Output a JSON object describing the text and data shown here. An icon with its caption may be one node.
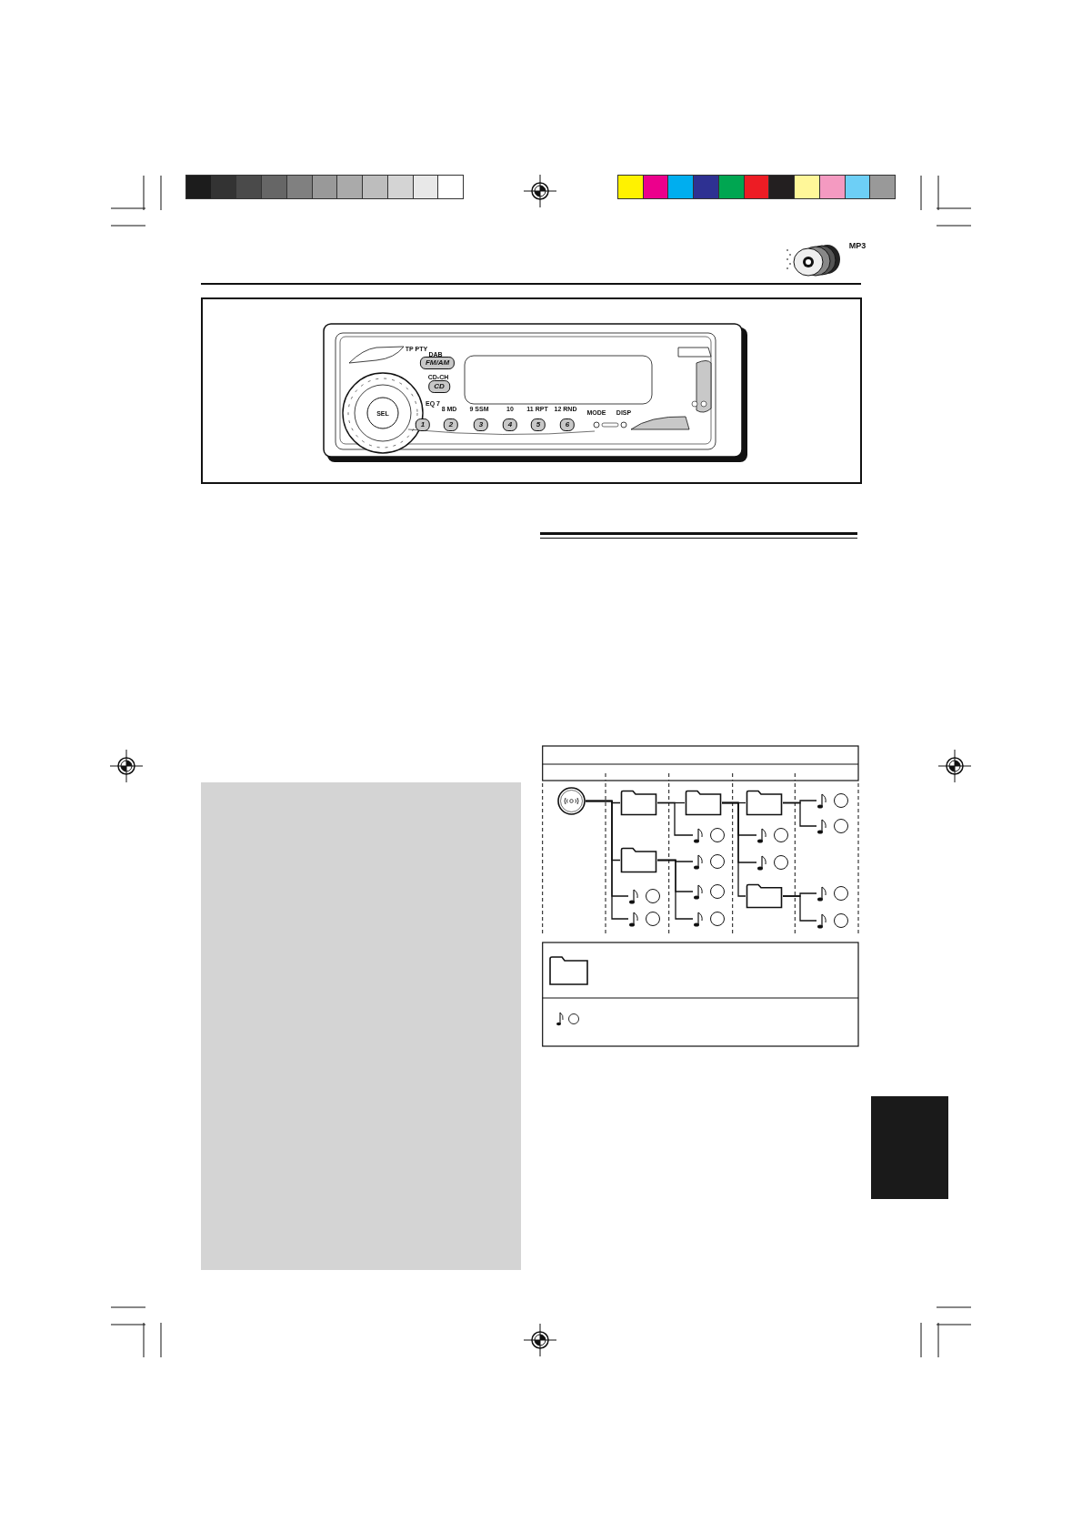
{
  "diagram": {
    "nodes": [
      {
        "text": [],
        "shape": "picture"
      },
      {
        "text": [],
        "shape": "folder"
      },
      {
        "text": [],
        "shape": "folder"
      },
      {
        "text": [],
        "shape": "note"
      },
      {
        "text": [],
        "shape": "note"
      },
      {
        "text": [],
        "shape": "folder"
      },
      {
        "text": [],
        "shape": "note"
      },
      {
        "text": [],
        "shape": "note"
      },
      {
        "text": [],
        "shape": "note"
      },
      {
        "text": [],
        "shape": "note"
      },
      {
        "text": [],
        "shape": "folder"
      },
      {
        "text": [],
        "shape": "note"
      },
      {
        "text": [],
        "shape": "note"
      },
      {
        "text": [],
        "shape": "folder"
      },
      {
        "text": [],
        "shape": "note"
      },
      {
        "text": [],
        "shape": "note"
      },
      {
        "text": [],
        "shape": "note"
      },
      {
        "text": [],
        "shape": "note"
      },
      {
        "text": [],
        "shape": "box"
      }
    ],
    "edges": [
      {
        "from": 0,
        "to": 1,
        "arrow": "none"
      },
      {
        "from": 0,
        "to": 2,
        "arrow": "none"
      },
      {
        "from": 0,
        "to": 3,
        "arrow": "none"
      },
      {
        "from": 0,
        "to": 4,
        "arrow": "none"
      },
      {
        "from": 1,
        "to": 5,
        "arrow": "none"
      },
      {
        "from": 1,
        "to": 6,
        "arrow": "none"
      },
      {
        "from": 2,
        "to": 7,
        "arrow": "none"
      },
      {
        "from": 2,
        "to": 8,
        "arrow": "none"
      },
      {
        "from": 2,
        "to": 9,
        "arrow": "none"
      },
      {
        "from": 5,
        "to": 10,
        "arrow": "none"
      },
      {
        "from": 5,
        "to": 11,
        "arrow": "none"
      },
      {
        "from": 5,
        "to": 12,
        "arrow": "none"
      },
      {
        "from": 5,
        "to": 13,
        "arrow": "none"
      },
      {
        "from": 10,
        "to": 14,
        "arrow": "none"
      },
      {
        "from": 10,
        "to": 15,
        "arrow": "none"
      },
      {
        "from": 13,
        "to": 16,
        "arrow": "none"
      },
      {
        "from": 13,
        "to": 17,
        "arrow": "none"
      }
    ],
    "labels": [
      "MP3",
      "TP PTY",
      "DAB",
      "FM/AM",
      "CD-CH",
      "CD",
      "SEL",
      "EQ 7",
      "8 MD",
      "9 SSM",
      "10",
      "11 RPT",
      "12 RND",
      "MODE",
      "DISP",
      "1",
      "2",
      "3",
      "4",
      "5",
      "6"
    ]
  }
}
